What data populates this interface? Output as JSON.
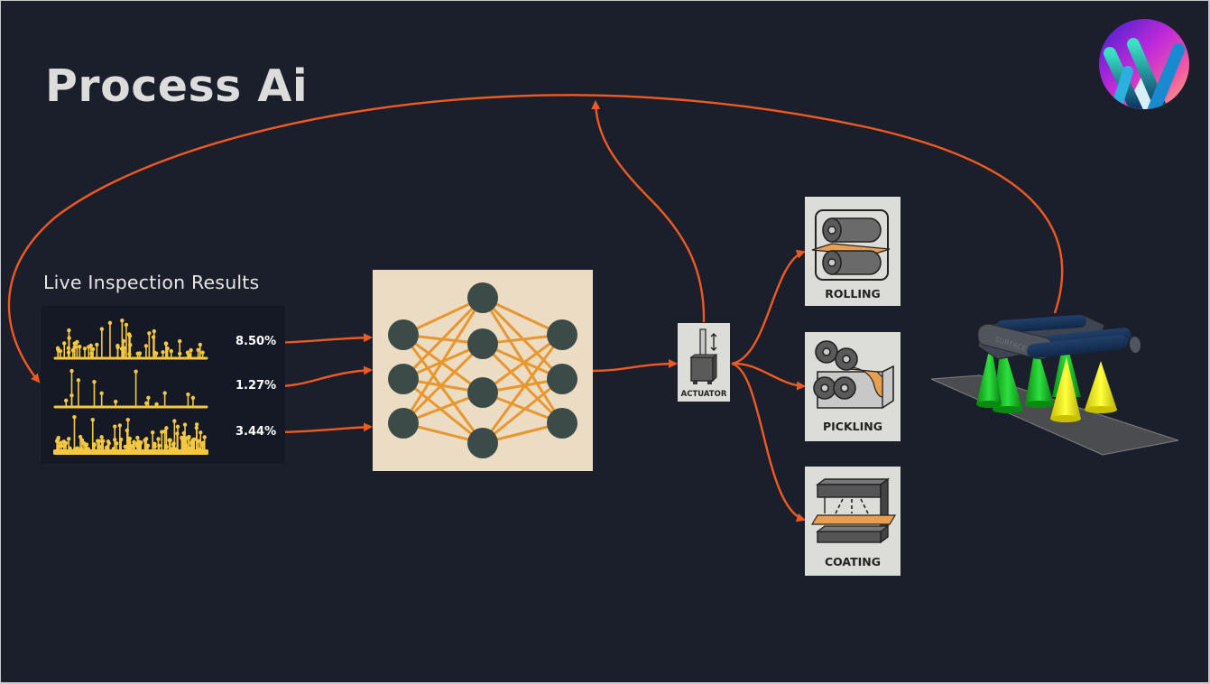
{
  "title": "Process Ai",
  "logo": {
    "icon": "brand-logo-icon"
  },
  "inspection": {
    "heading": "Live Inspection Results",
    "results": [
      {
        "label": "8.50%",
        "value": 8.5
      },
      {
        "label": "1.27%",
        "value": 1.27
      },
      {
        "label": "3.44%",
        "value": 3.44
      }
    ]
  },
  "neural_network": {
    "layers": [
      3,
      4,
      3
    ],
    "icon": "neural-network-icon"
  },
  "actuator": {
    "label": "ACTUATOR",
    "icon": "actuator-icon"
  },
  "processes": [
    {
      "label": "ROLLING",
      "icon": "rolling-icon"
    },
    {
      "label": "PICKLING",
      "icon": "pickling-icon"
    },
    {
      "label": "COATING",
      "icon": "coating-icon"
    }
  ],
  "fixture": {
    "engraving": "SURFACE",
    "icon": "surface-fixture-icon"
  },
  "colors": {
    "background": "#1b1f2b",
    "arrow": "#f05a22",
    "waveform": "#f5c842",
    "node": "#3c4a48",
    "edge": "#e8962e",
    "nn_bg": "#ecdcc4",
    "tile_bg": "#dcdcd8"
  }
}
